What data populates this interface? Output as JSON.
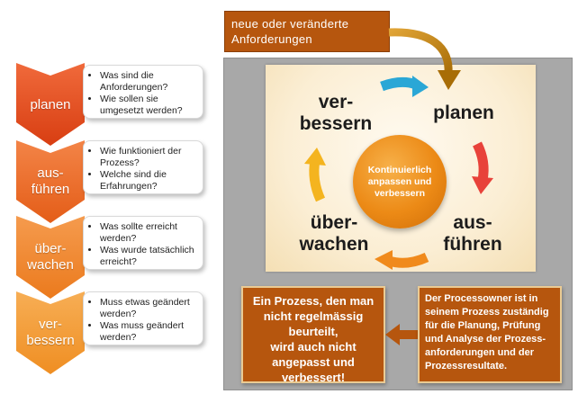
{
  "steps": [
    {
      "label_lines": [
        "planen"
      ],
      "color": "#e84e1b",
      "questions": [
        "Was sind die Anforderungen?",
        "Wie sollen sie umgesetzt werden?"
      ]
    },
    {
      "label_lines": [
        "aus-",
        "führen"
      ],
      "color": "#ee6a1f",
      "questions": [
        "Wie funktioniert der Prozess?",
        "Welche sind die Erfahrungen?"
      ]
    },
    {
      "label_lines": [
        "über-",
        "wachen"
      ],
      "color": "#f08622",
      "questions": [
        "Was sollte erreicht werden?",
        "Was wurde tatsächlich erreicht?"
      ]
    },
    {
      "label_lines": [
        "ver-",
        "bessern"
      ],
      "color": "#f39a2a",
      "questions": [
        "Muss etwas geändert werden?",
        "Was muss geändert werden?"
      ]
    }
  ],
  "top_note": "neue oder veränderte Anforderungen",
  "cycle": {
    "verbessern": [
      "ver-",
      "bessern"
    ],
    "planen": [
      "planen"
    ],
    "ausfuehren": [
      "aus-",
      "führen"
    ],
    "ueberwachen": [
      "über-",
      "wachen"
    ],
    "center": "Kontinuierlich anpassen und verbessern"
  },
  "quote": [
    "Ein Prozess, den man",
    "nicht regelmässig",
    "beurteilt,",
    "wird auch nicht",
    "angepasst und",
    "verbessert!"
  ],
  "owner_text": "Der Processowner ist in seinem Prozess zuständig für die Planung, Prüfung und Analyse der Prozess-anforderungen und der Prozessresultate.",
  "colors": {
    "brown": "#b6560e",
    "arrow_blue": "#2aa7d6",
    "arrow_red": "#e8423a",
    "arrow_orange": "#f08a1c",
    "arrow_yellow": "#f4b41f",
    "gold_arrow": "#c8880f"
  }
}
